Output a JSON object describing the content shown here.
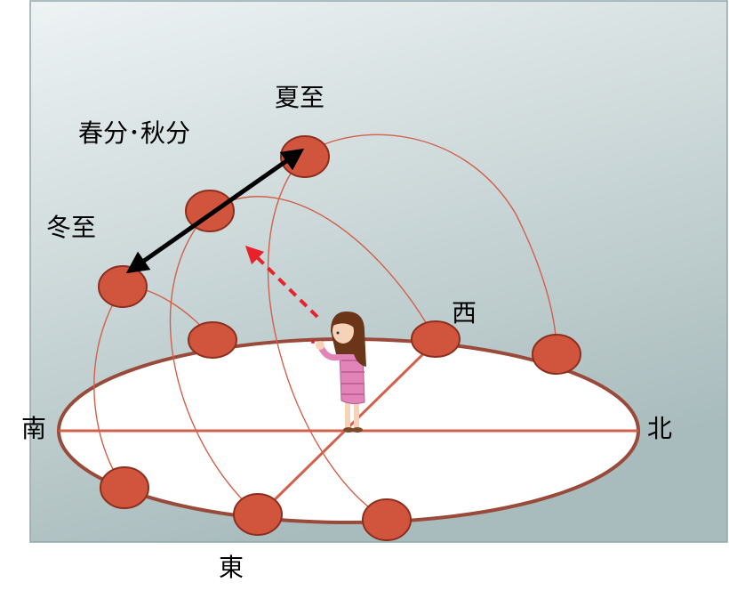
{
  "labels": {
    "summer_solstice": "夏至",
    "equinox": "春分･秋分",
    "winter_solstice": "冬至",
    "west": "西",
    "south": "南",
    "north": "北",
    "east": "東"
  },
  "colors": {
    "panel_top": "#eef3f4",
    "panel_bottom": "#a9bcbd",
    "panel_border": "#90a8ab",
    "ground": "#ffffff",
    "ground_outline": "#9a4a3a",
    "sun_path": "#d2604a",
    "sun_fill": "#d0553c",
    "sun_stroke": "#8b2f1f",
    "black_arrow": "#000000",
    "dashed_arrow": "#e8222a",
    "person_hair": "#6a3518",
    "person_skin": "#f6d3b8",
    "person_shirt": "#e384b8"
  },
  "icons": [
    "person-icon",
    "double-headed-arrow-icon",
    "dashed-arrow-icon"
  ]
}
